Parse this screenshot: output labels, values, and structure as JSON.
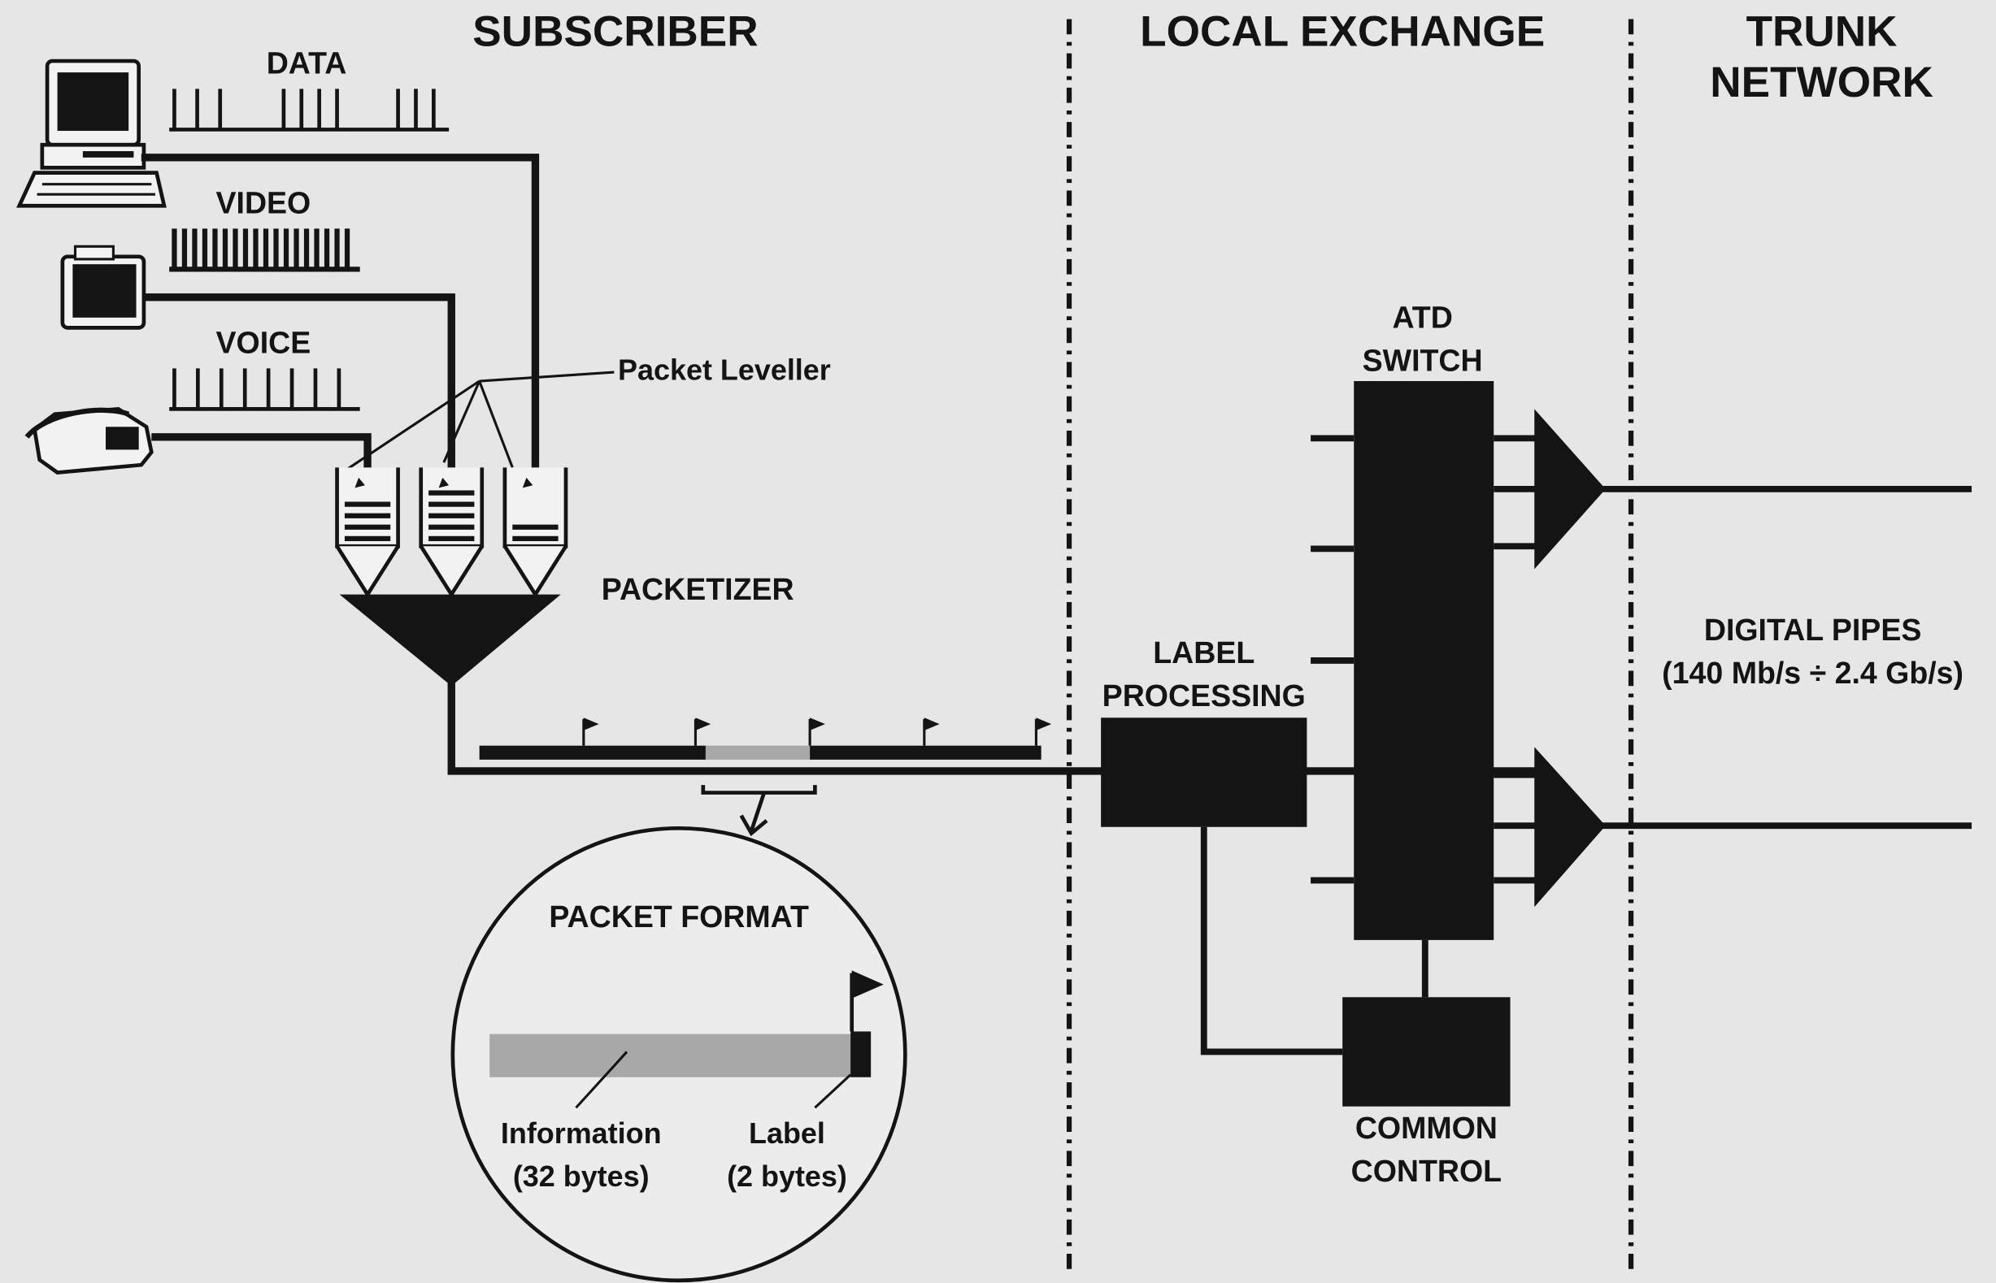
{
  "sections": {
    "subscriber": "SUBSCRIBER",
    "local_exchange": "LOCAL EXCHANGE",
    "trunk_network_1": "TRUNK",
    "trunk_network_2": "NETWORK"
  },
  "sources": {
    "data": "DATA",
    "video": "VIDEO",
    "voice": "VOICE"
  },
  "labels": {
    "packet_leveller": "Packet Leveller",
    "packetizer": "PACKETIZER",
    "atd_switch_1": "ATD",
    "atd_switch_2": "SWITCH",
    "label_processing_1": "LABEL",
    "label_processing_2": "PROCESSING",
    "common_control_1": "COMMON",
    "common_control_2": "CONTROL",
    "digital_pipes_1": "DIGITAL PIPES",
    "digital_pipes_2": "(140 Mb/s ÷ 2.4 Gb/s)"
  },
  "packet_format": {
    "title": "PACKET FORMAT",
    "information_1": "Information",
    "information_2": "(32 bytes)",
    "label_1": "Label",
    "label_2": "(2 bytes)"
  },
  "colors": {
    "ink": "#141414",
    "background": "#e6e6e6",
    "packet_gray": "#a8a8a8"
  }
}
